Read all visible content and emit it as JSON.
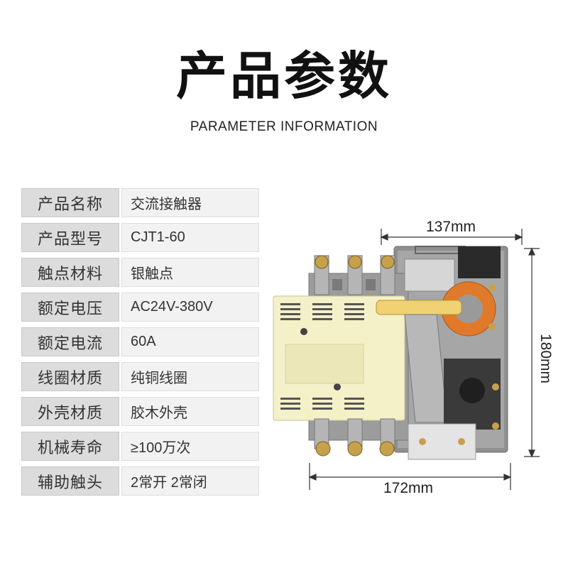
{
  "header": {
    "title": "产品参数",
    "subtitle": "PARAMETER INFORMATION"
  },
  "params": [
    {
      "label": "产品名称",
      "value": "交流接触器"
    },
    {
      "label": "产品型号",
      "value": "CJT1-60"
    },
    {
      "label": "触点材料",
      "value": "银触点"
    },
    {
      "label": "额定电压",
      "value": "AC24V-380V"
    },
    {
      "label": "额定电流",
      "value": "60A"
    },
    {
      "label": "线圈材质",
      "value": "纯铜线圈"
    },
    {
      "label": "外壳材质",
      "value": "胶木外壳"
    },
    {
      "label": "机械寿命",
      "value": "≥100万次"
    },
    {
      "label": "辅助触头",
      "value": "2常开 2常闭"
    }
  ],
  "dimensions": {
    "top_width": "137mm",
    "height": "180mm",
    "bottom_width": "172mm"
  },
  "colors": {
    "label_bg": "#dcdcdc",
    "value_bg": "#f2f2f2",
    "housing": "#f4f0c8",
    "coil": "#e07a2a",
    "base": "#9a9a9a"
  }
}
